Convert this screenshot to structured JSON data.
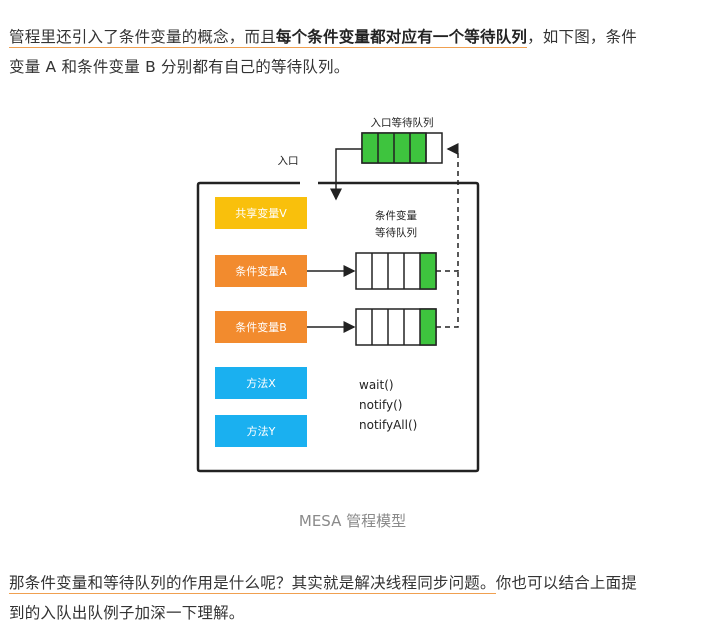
{
  "para1": {
    "seg1": "管程里还引入了条件变量的概念，而且",
    "seg2": "每个条件变量都对应有一个等待队列",
    "seg3": "，如下图，条件",
    "line2": "变量 A 和条件变量 B 分别都有自己的等待队列。"
  },
  "figure": {
    "entry_queue_label": "入口等待队列",
    "entry_label": "入口",
    "cond_queue_label_1": "条件变量",
    "cond_queue_label_2": "等待队列",
    "shared_var": "共享变量V",
    "cond_a": "条件变量A",
    "cond_b": "条件变量B",
    "method_x": "方法X",
    "method_y": "方法Y",
    "methods": [
      "wait()",
      "notify()",
      "notifyAll()"
    ]
  },
  "caption": "MESA 管程模型",
  "para2": {
    "line1_ul": "那条件变量和等待队列的作用是什么呢？其实就是解决线程同步问题。",
    "line1_rest": "你也可以结合上面提",
    "line2": "到的入队出队例子加深一下理解。"
  },
  "colors": {
    "yellow": "#f9c00c",
    "orange": "#f28b2e",
    "blue": "#1ab0f0",
    "green": "#3ec43e",
    "underline": "#f0a050"
  }
}
